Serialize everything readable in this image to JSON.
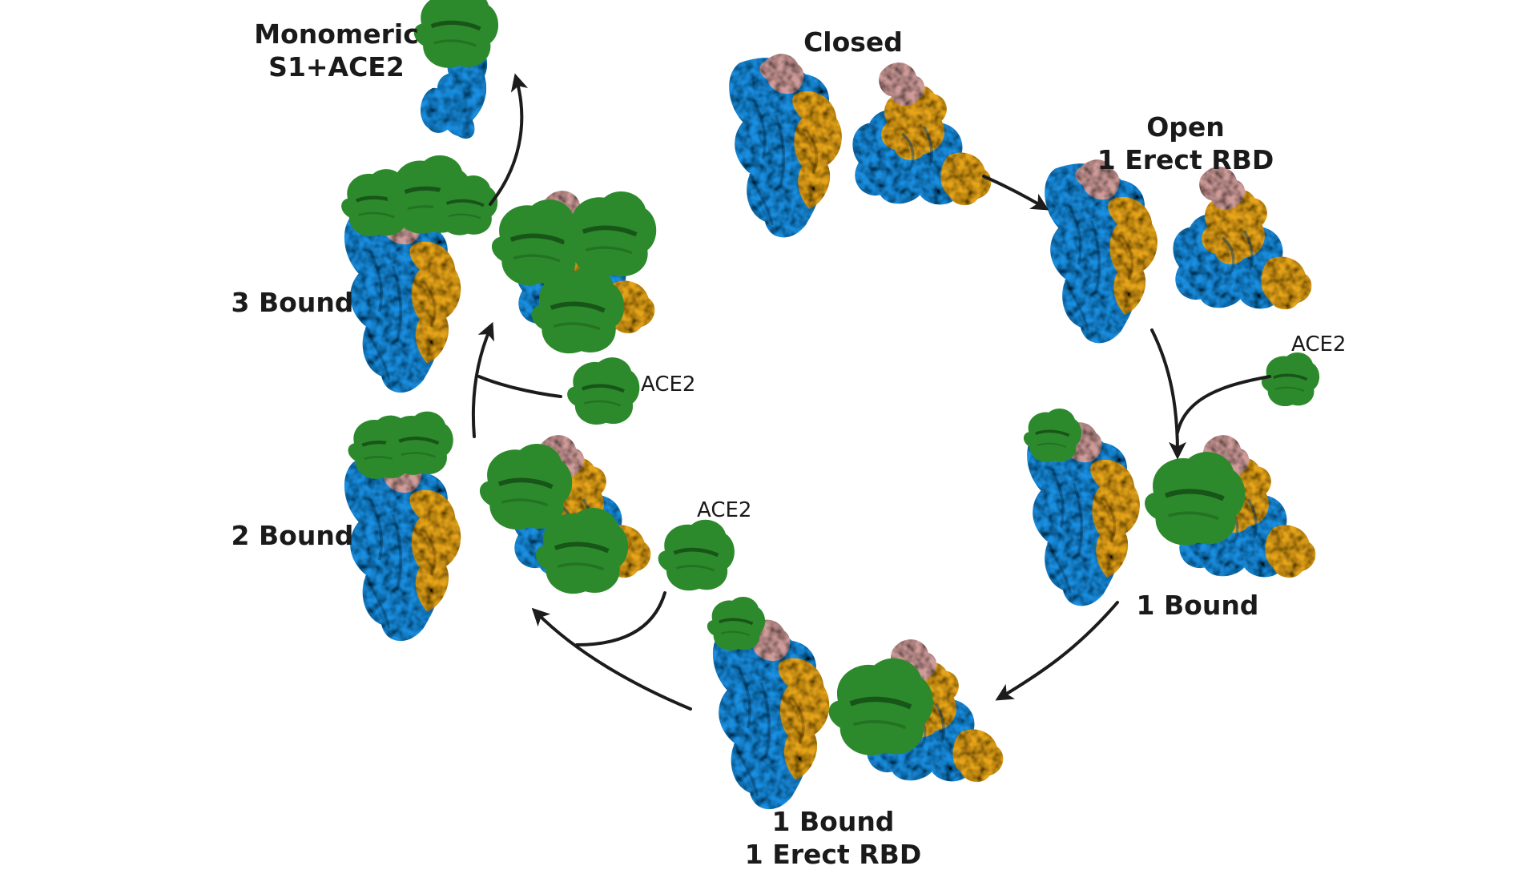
{
  "colors": {
    "blue": "#1f8ee0",
    "gold": "#e6a41e",
    "pink": "#cf9c9a",
    "green": "#2d8a2c",
    "arrow": "#1c1c1c"
  },
  "icons": [
    "spike-trimer-side-view",
    "spike-trimer-top-view",
    "ace2-receptor",
    "cycle-arrow"
  ],
  "states": {
    "closed": {
      "label": "Closed"
    },
    "open": {
      "line1": "Open",
      "line2": "1 Erect RBD"
    },
    "one_bound": {
      "label": "1 Bound"
    },
    "one_bound_erect": {
      "line1": "1 Bound",
      "line2": "1 Erect RBD"
    },
    "two_bound": {
      "label": "2 Bound"
    },
    "three_bound": {
      "label": "3 Bound"
    },
    "monomeric": {
      "line1": "Monomeric",
      "line2": "S1+ACE2"
    }
  },
  "ace2_labels": {
    "right": "ACE2",
    "bottom": "ACE2",
    "left": "ACE2"
  }
}
